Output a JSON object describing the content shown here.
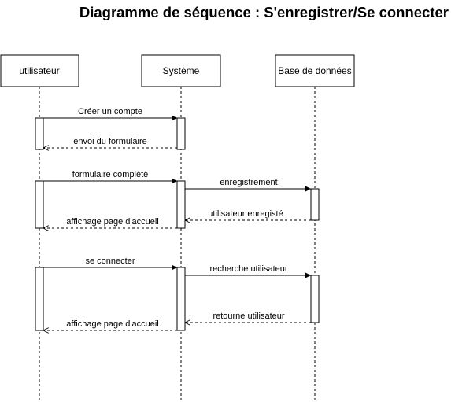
{
  "title": "Diagramme de séquence : S'enregistrer/Se connecter",
  "participants": [
    "utilisateur",
    "Système",
    "Base de données"
  ],
  "messages": [
    "Créer un compte",
    "envoi du formulaire",
    "formulaire complété",
    "enregistrement",
    "utilisateur enregisté",
    "affichage page d'accueil",
    "se connecter",
    "recherche utilisateur",
    "retourne utilisateur",
    "affichage page d'accueil"
  ],
  "colors": {
    "line": "#000000",
    "background": "#ffffff"
  }
}
